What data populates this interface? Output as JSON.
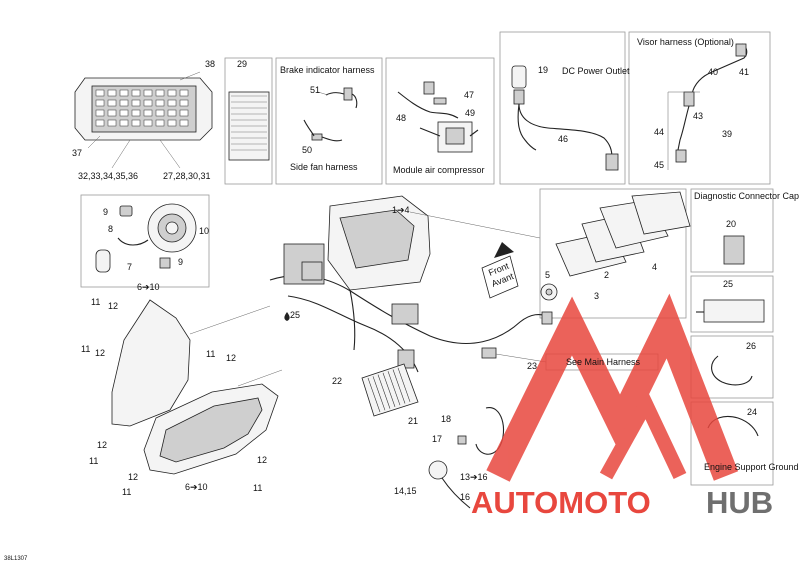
{
  "figure_code": "38L1307",
  "panels": {
    "brake": "Brake indicator harness",
    "sidefan": "Side fan harness",
    "compressor": "Module air compressor",
    "dcoutlet": "DC Power Outlet",
    "visor": "Visor harness (Optional)",
    "diag": "Diagnostic Connector Cap",
    "engine": "Engine Support Ground Wire",
    "main_harness": "See Main Harness",
    "front_1": "Front",
    "front_2": "Avant"
  },
  "callouts": {
    "c38": "38",
    "c29": "29",
    "c37": "37",
    "c32group": "32,33,34,35,36",
    "c27group": "27,28,30,31",
    "c51": "51",
    "c50": "50",
    "c47": "47",
    "c49": "49",
    "c48": "48",
    "c19": "19",
    "c46": "46",
    "c40": "40",
    "c41": "41",
    "c43": "43",
    "c44": "44",
    "c39": "39",
    "c45": "45",
    "c9a": "9",
    "c10a": "10",
    "c8": "8",
    "c7": "7",
    "c9b": "9",
    "c6to10a": "6➔10",
    "c1to4": "1➔4",
    "c25a": "25",
    "c4": "4",
    "c2": "2",
    "c5": "5",
    "c3": "3",
    "c20": "20",
    "c25b": "25",
    "c26": "26",
    "c24": "24",
    "c11a": "11",
    "c12a": "12",
    "c11b": "11",
    "c12b": "12",
    "c11c": "11",
    "c12c": "12",
    "c12d": "12",
    "c11d": "11",
    "c12e": "12",
    "c11e": "11",
    "c12f": "12",
    "c11f": "11",
    "c6to10b": "6➔10",
    "c22": "22",
    "c21": "21",
    "c23": "23",
    "c18": "18",
    "c17": "17",
    "c13to16": "13➔16",
    "c1415": "14,15",
    "c16": "16"
  },
  "watermark": {
    "text_a": "AUTOMOTO",
    "text_b": "HUB",
    "color_primary": "#e8473e",
    "color_secondary": "#6f6f6f"
  },
  "colors": {
    "line": "#222222",
    "frame": "#9a9a9a"
  }
}
